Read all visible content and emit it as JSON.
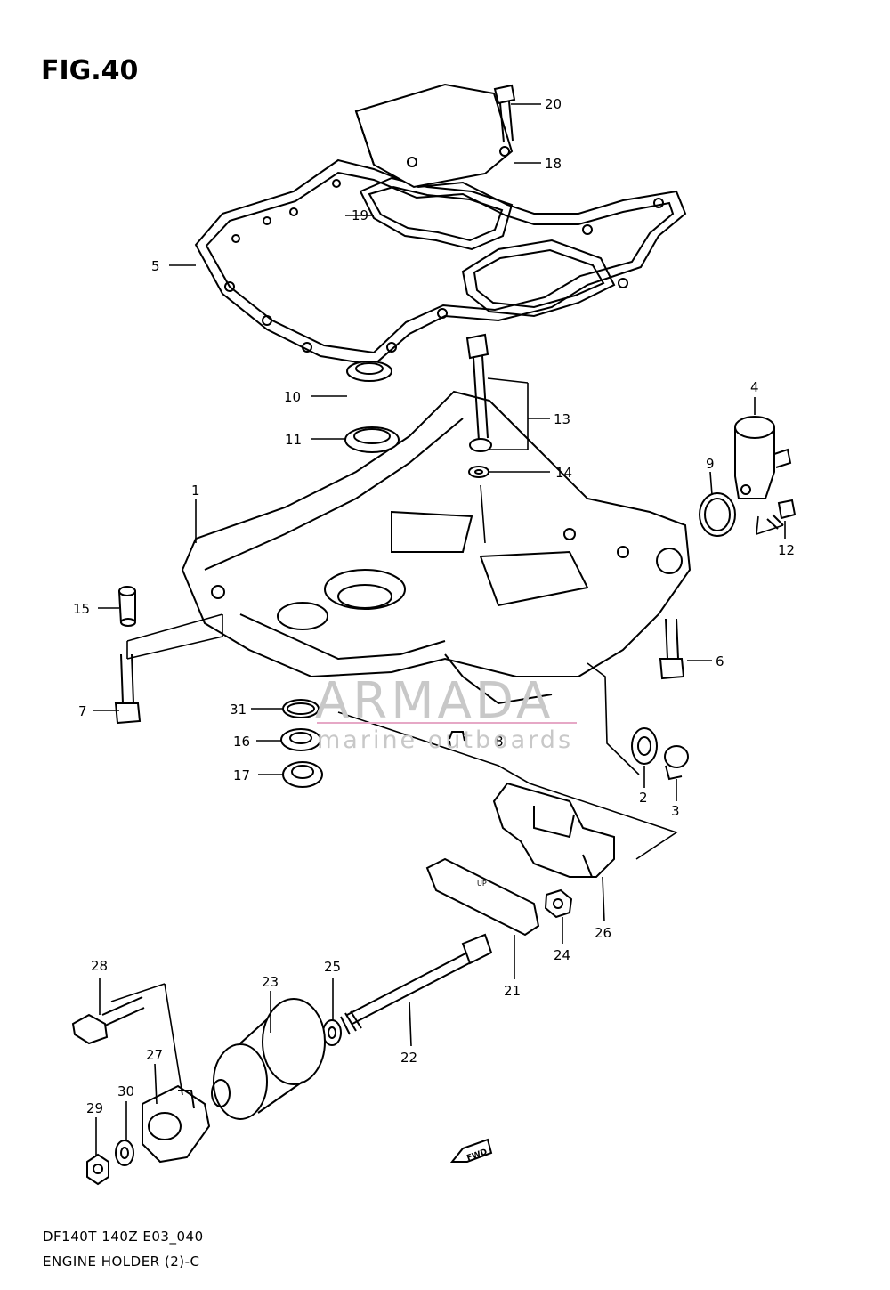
{
  "figure_title": "FIG.40",
  "footer": {
    "model_code": "DF140T 140Z E03_040",
    "assembly_name": "ENGINE HOLDER (2)-C"
  },
  "watermark": {
    "brand": "ARMADA",
    "tagline": "marine outboards",
    "logo": "propeller-logo",
    "logo_color": "#e6a8c6"
  },
  "fwd_label": "FWD",
  "plate_marking": "UP",
  "callouts": [
    "20",
    "18",
    "19",
    "5",
    "10",
    "11",
    "13",
    "4",
    "14",
    "9",
    "1",
    "12",
    "15",
    "6",
    "7",
    "31",
    "8",
    "16",
    "2",
    "17",
    "3",
    "26",
    "24",
    "21",
    "28",
    "25",
    "23",
    "22",
    "27",
    "30",
    "29"
  ]
}
